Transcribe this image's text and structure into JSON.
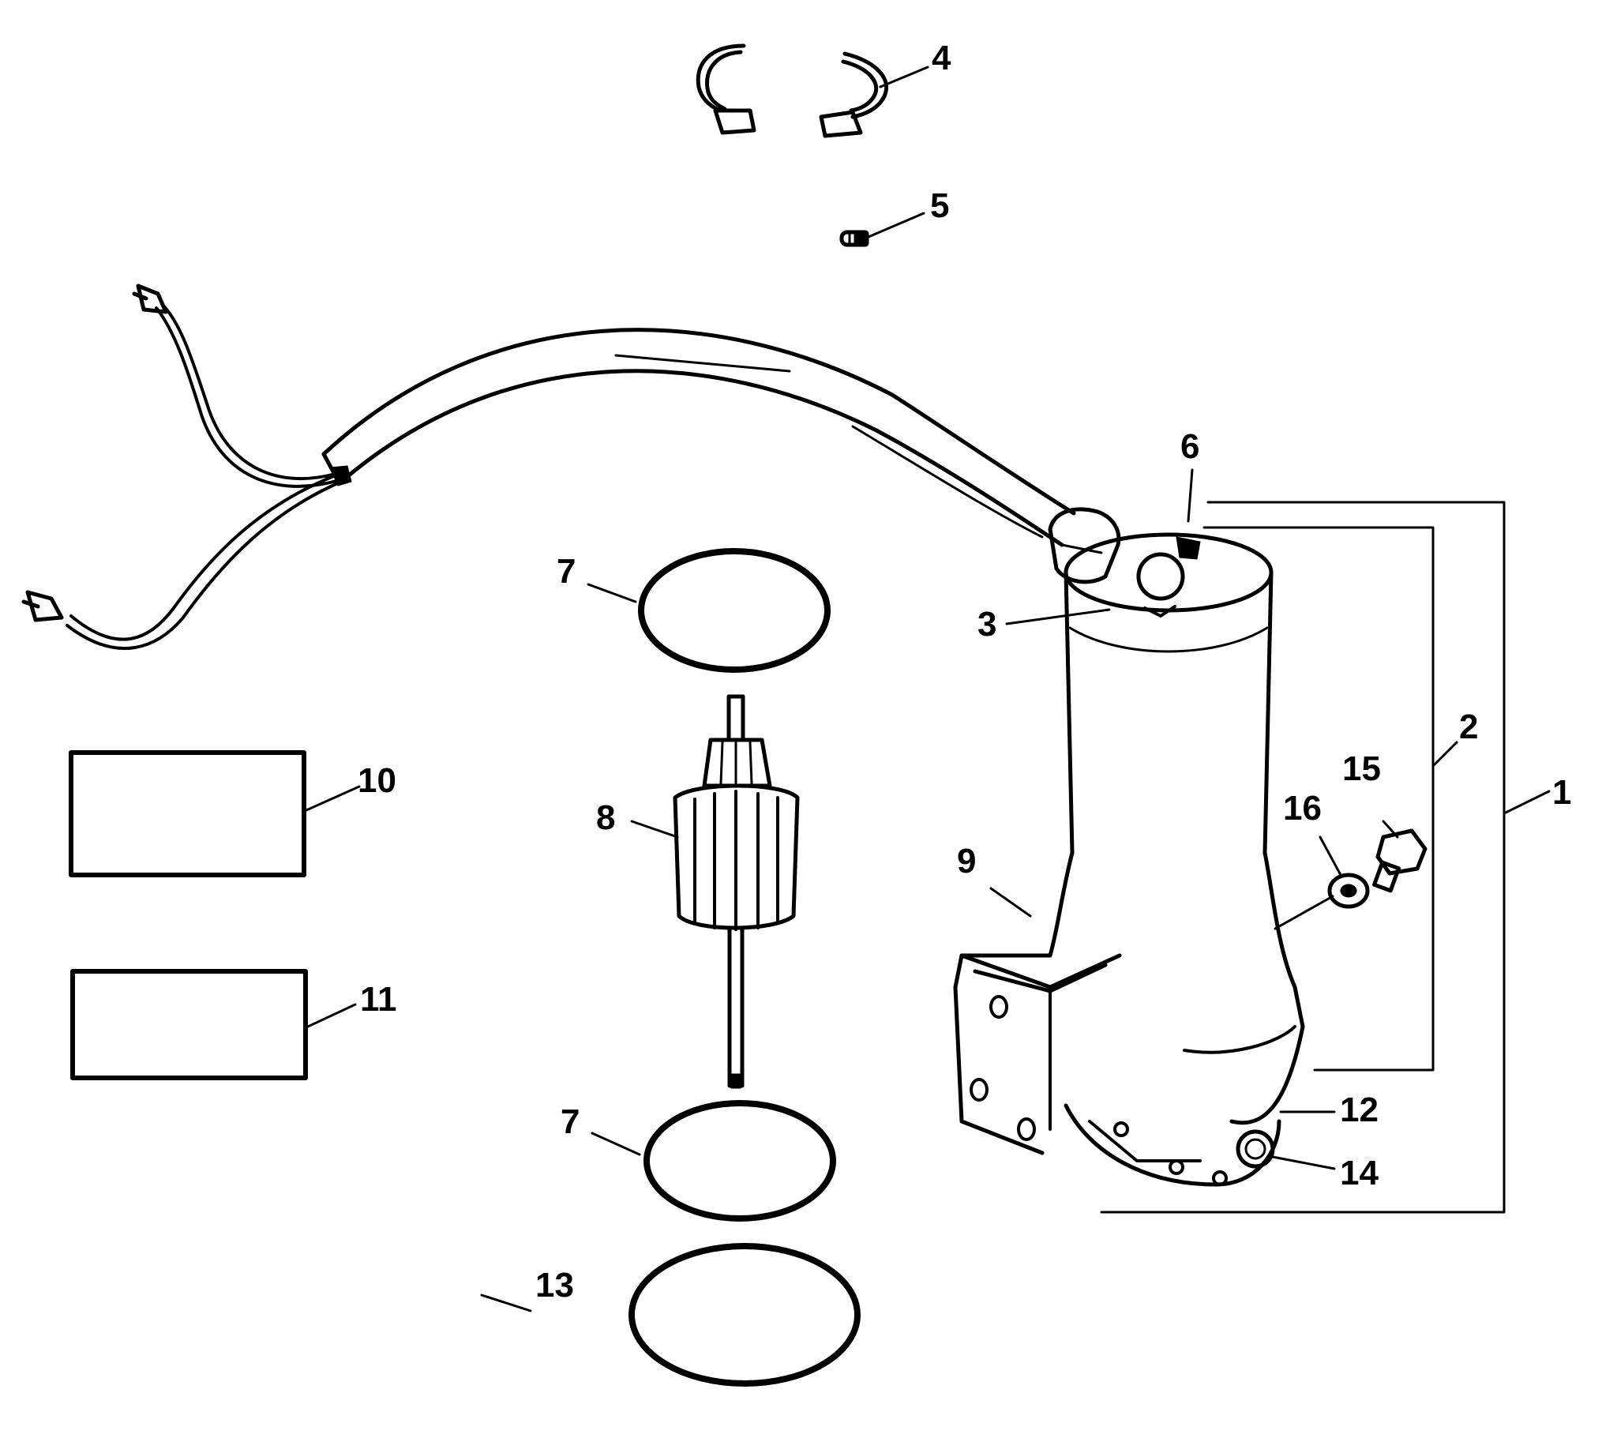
{
  "diagram": {
    "callouts": [
      {
        "id": "c1",
        "text": "1"
      },
      {
        "id": "c2",
        "text": "2"
      },
      {
        "id": "c3",
        "text": "3"
      },
      {
        "id": "c4",
        "text": "4"
      },
      {
        "id": "c5",
        "text": "5"
      },
      {
        "id": "c6",
        "text": "6"
      },
      {
        "id": "c7a",
        "text": "7"
      },
      {
        "id": "c7b",
        "text": "7"
      },
      {
        "id": "c8",
        "text": "8"
      },
      {
        "id": "c9",
        "text": "9"
      },
      {
        "id": "c10",
        "text": "10"
      },
      {
        "id": "c11",
        "text": "11"
      },
      {
        "id": "c12",
        "text": "12"
      },
      {
        "id": "c13",
        "text": "13"
      },
      {
        "id": "c14",
        "text": "14"
      },
      {
        "id": "c15",
        "text": "15"
      },
      {
        "id": "c16",
        "text": "16"
      }
    ],
    "colors": {
      "ink": "#000000",
      "background": "#ffffff"
    }
  }
}
